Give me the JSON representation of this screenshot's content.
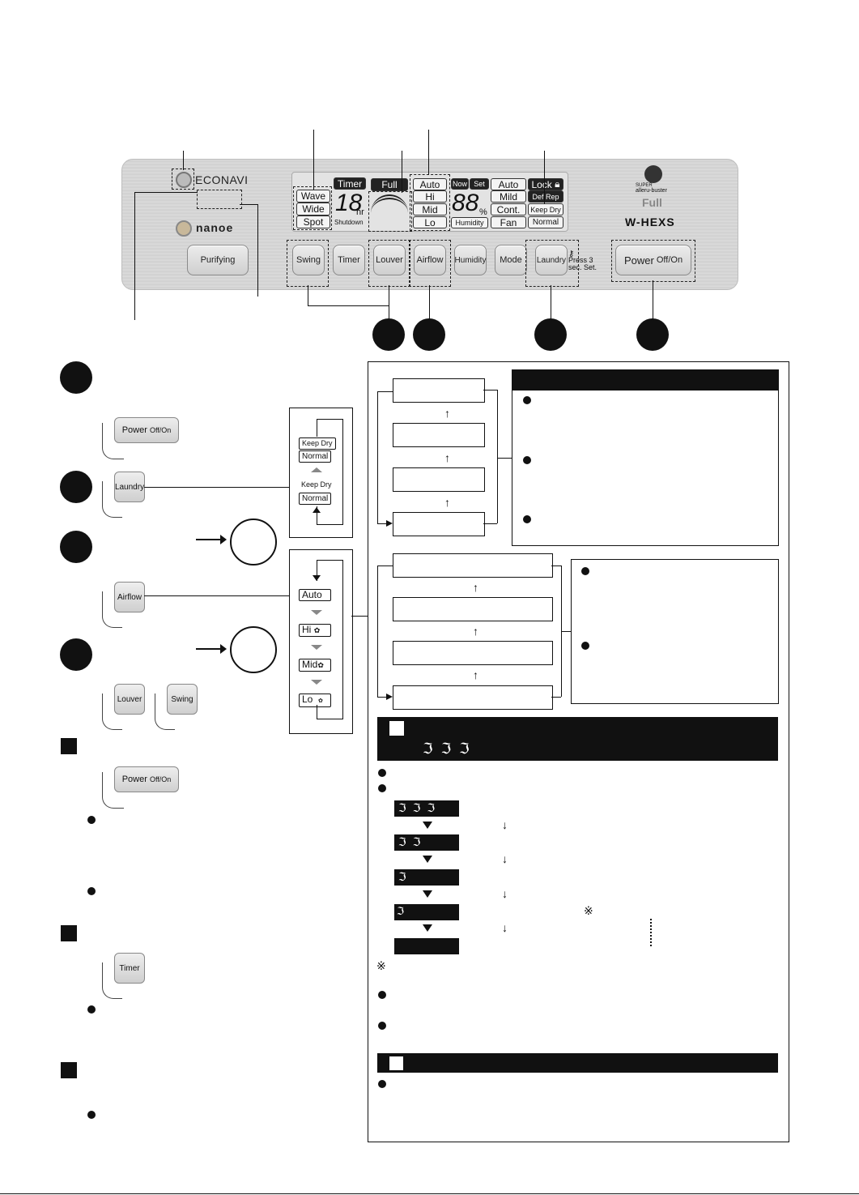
{
  "panel": {
    "brand_econavi": "ECONAVI",
    "brand_nanoe": "nanoe",
    "brand_super": "SUPER",
    "brand_alleru": "alleru-buster",
    "brand_full": "Full",
    "brand_whexs": "W-HEXS",
    "buttons": {
      "purifying": "Purifying",
      "swing": "Swing",
      "timer": "Timer",
      "louver": "Louver",
      "airflow": "Airflow",
      "humidity": "Humidity",
      "mode": "Mode",
      "laundry": "Laundry",
      "power_main": "Power",
      "power_sub": "Off/On"
    },
    "lock_hint_line1": "Press 3",
    "lock_hint_line2": "sec. Set.",
    "display": {
      "wave": "Wave",
      "wide": "Wide",
      "spot": "Spot",
      "timer": "Timer",
      "timer_digits": "18",
      "hr": "hr",
      "shutdown": "Shutdown",
      "full": "Full",
      "auto": "Auto",
      "hi": "Hi",
      "mid": "Mid",
      "lo": "Lo",
      "now": "Now",
      "set": "Set",
      "humidity_digits": "88",
      "percent": "%",
      "humidity": "Humidity",
      "auto2": "Auto",
      "mild": "Mild",
      "cont": "Cont.",
      "fan": "Fan",
      "lock": "Lock",
      "def": "Def",
      "rep": "Rep",
      "keep_dry": "Keep Dry",
      "normal": "Normal"
    }
  },
  "left": {
    "power_main": "Power",
    "power_sub": "Off/On",
    "laundry": "Laundry",
    "airflow": "Airflow",
    "louver": "Louver",
    "swing": "Swing",
    "timer": "Timer",
    "power2_main": "Power",
    "power2_sub": "Off/On"
  },
  "laundry_cycle": {
    "keep_dry_top": "Keep Dry",
    "normal_top": "Normal",
    "keep_dry_bottom": "Keep Dry",
    "normal_bottom": "Normal"
  },
  "airflow_cycle": {
    "auto": "Auto",
    "hi": "Hi",
    "mid": "Mid",
    "lo": "Lo"
  },
  "footnote_mark": "※",
  "colors": {
    "ink": "#111111",
    "panel": "#d6d6d6",
    "button": "#dcdcdc"
  }
}
